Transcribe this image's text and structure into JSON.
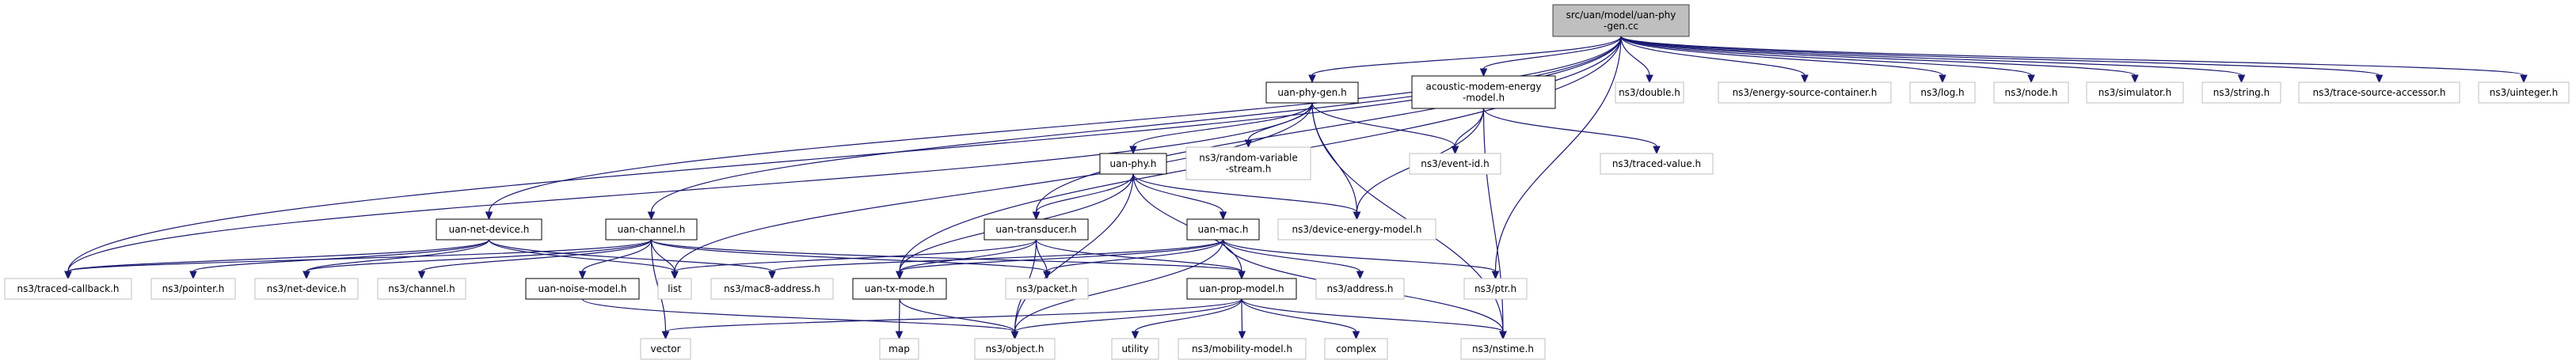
{
  "graph": {
    "edge_color": "#191970",
    "root_fill": "#bfbfbf",
    "nodes": [
      {
        "id": "root",
        "lines": [
          "src/uan/model/uan-phy",
          "-gen.cc"
        ],
        "kind": "root"
      },
      {
        "id": "uan-phy-gen",
        "lines": [
          "uan-phy-gen.h"
        ],
        "kind": "local"
      },
      {
        "id": "acoustic",
        "lines": [
          "acoustic-modem-energy",
          "-model.h"
        ],
        "kind": "local"
      },
      {
        "id": "double",
        "lines": [
          "ns3/double.h"
        ],
        "kind": "external"
      },
      {
        "id": "esc",
        "lines": [
          "ns3/energy-source-container.h"
        ],
        "kind": "external"
      },
      {
        "id": "log",
        "lines": [
          "ns3/log.h"
        ],
        "kind": "external"
      },
      {
        "id": "node",
        "lines": [
          "ns3/node.h"
        ],
        "kind": "external"
      },
      {
        "id": "simulator",
        "lines": [
          "ns3/simulator.h"
        ],
        "kind": "external"
      },
      {
        "id": "string",
        "lines": [
          "ns3/string.h"
        ],
        "kind": "external"
      },
      {
        "id": "tsa",
        "lines": [
          "ns3/trace-source-accessor.h"
        ],
        "kind": "external"
      },
      {
        "id": "uinteger",
        "lines": [
          "ns3/uinteger.h"
        ],
        "kind": "external"
      },
      {
        "id": "rvs",
        "lines": [
          "ns3/random-variable",
          "-stream.h"
        ],
        "kind": "external"
      },
      {
        "id": "event-id",
        "lines": [
          "ns3/event-id.h"
        ],
        "kind": "external"
      },
      {
        "id": "traced-value",
        "lines": [
          "ns3/traced-value.h"
        ],
        "kind": "external"
      },
      {
        "id": "uan-phy",
        "lines": [
          "uan-phy.h"
        ],
        "kind": "local"
      },
      {
        "id": "uan-net-device",
        "lines": [
          "uan-net-device.h"
        ],
        "kind": "local"
      },
      {
        "id": "uan-channel",
        "lines": [
          "uan-channel.h"
        ],
        "kind": "local"
      },
      {
        "id": "uan-transducer",
        "lines": [
          "uan-transducer.h"
        ],
        "kind": "local"
      },
      {
        "id": "uan-mac",
        "lines": [
          "uan-mac.h"
        ],
        "kind": "local"
      },
      {
        "id": "dem",
        "lines": [
          "ns3/device-energy-model.h"
        ],
        "kind": "external"
      },
      {
        "id": "traced-callback",
        "lines": [
          "ns3/traced-callback.h"
        ],
        "kind": "external"
      },
      {
        "id": "pointer",
        "lines": [
          "ns3/pointer.h"
        ],
        "kind": "external"
      },
      {
        "id": "net-device",
        "lines": [
          "ns3/net-device.h"
        ],
        "kind": "external"
      },
      {
        "id": "channel",
        "lines": [
          "ns3/channel.h"
        ],
        "kind": "external"
      },
      {
        "id": "uan-noise-model",
        "lines": [
          "uan-noise-model.h"
        ],
        "kind": "local"
      },
      {
        "id": "list",
        "lines": [
          "list"
        ],
        "kind": "external"
      },
      {
        "id": "mac8",
        "lines": [
          "ns3/mac8-address.h"
        ],
        "kind": "external"
      },
      {
        "id": "uan-tx-mode",
        "lines": [
          "uan-tx-mode.h"
        ],
        "kind": "local"
      },
      {
        "id": "packet",
        "lines": [
          "ns3/packet.h"
        ],
        "kind": "external"
      },
      {
        "id": "uan-prop-model",
        "lines": [
          "uan-prop-model.h"
        ],
        "kind": "local"
      },
      {
        "id": "address",
        "lines": [
          "ns3/address.h"
        ],
        "kind": "external"
      },
      {
        "id": "ptr",
        "lines": [
          "ns3/ptr.h"
        ],
        "kind": "external"
      },
      {
        "id": "vector",
        "lines": [
          "vector"
        ],
        "kind": "external"
      },
      {
        "id": "map",
        "lines": [
          "map"
        ],
        "kind": "external"
      },
      {
        "id": "object",
        "lines": [
          "ns3/object.h"
        ],
        "kind": "external"
      },
      {
        "id": "utility",
        "lines": [
          "utility"
        ],
        "kind": "external"
      },
      {
        "id": "mobility",
        "lines": [
          "ns3/mobility-model.h"
        ],
        "kind": "external"
      },
      {
        "id": "complex",
        "lines": [
          "complex"
        ],
        "kind": "external"
      },
      {
        "id": "nstime",
        "lines": [
          "ns3/nstime.h"
        ],
        "kind": "external"
      }
    ],
    "edges": [
      [
        "root",
        "uan-phy-gen"
      ],
      [
        "root",
        "acoustic"
      ],
      [
        "root",
        "double"
      ],
      [
        "root",
        "esc"
      ],
      [
        "root",
        "log"
      ],
      [
        "root",
        "node"
      ],
      [
        "root",
        "simulator"
      ],
      [
        "root",
        "string"
      ],
      [
        "root",
        "tsa"
      ],
      [
        "root",
        "uinteger"
      ],
      [
        "root",
        "ptr"
      ],
      [
        "root",
        "traced-callback"
      ],
      [
        "root",
        "uan-net-device"
      ],
      [
        "root",
        "uan-channel"
      ],
      [
        "root",
        "uan-transducer"
      ],
      [
        "root",
        "uan-tx-mode"
      ],
      [
        "uan-phy-gen",
        "uan-phy"
      ],
      [
        "uan-phy-gen",
        "rvs"
      ],
      [
        "uan-phy-gen",
        "event-id"
      ],
      [
        "uan-phy-gen",
        "dem"
      ],
      [
        "uan-phy-gen",
        "nstime"
      ],
      [
        "uan-phy-gen",
        "traced-callback"
      ],
      [
        "uan-phy-gen",
        "list"
      ],
      [
        "acoustic",
        "event-id"
      ],
      [
        "acoustic",
        "traced-value"
      ],
      [
        "acoustic",
        "dem"
      ],
      [
        "acoustic",
        "nstime"
      ],
      [
        "uan-phy",
        "uan-transducer"
      ],
      [
        "uan-phy",
        "uan-tx-mode"
      ],
      [
        "uan-phy",
        "object"
      ],
      [
        "uan-phy",
        "uan-prop-model"
      ],
      [
        "uan-phy",
        "uan-mac"
      ],
      [
        "uan-phy",
        "dem"
      ],
      [
        "uan-transducer",
        "list"
      ],
      [
        "uan-transducer",
        "uan-tx-mode"
      ],
      [
        "uan-transducer",
        "object"
      ],
      [
        "uan-transducer",
        "packet"
      ],
      [
        "uan-transducer",
        "uan-prop-model"
      ],
      [
        "uan-mac",
        "mac8"
      ],
      [
        "uan-mac",
        "packet"
      ],
      [
        "uan-mac",
        "object"
      ],
      [
        "uan-mac",
        "address"
      ],
      [
        "uan-mac",
        "ptr"
      ],
      [
        "uan-mac",
        "nstime"
      ],
      [
        "uan-mac",
        "uan-tx-mode"
      ],
      [
        "uan-net-device",
        "traced-callback"
      ],
      [
        "uan-net-device",
        "pointer"
      ],
      [
        "uan-net-device",
        "net-device"
      ],
      [
        "uan-net-device",
        "list"
      ],
      [
        "uan-net-device",
        "mac8"
      ],
      [
        "uan-channel",
        "traced-callback"
      ],
      [
        "uan-channel",
        "net-device"
      ],
      [
        "uan-channel",
        "channel"
      ],
      [
        "uan-channel",
        "uan-noise-model"
      ],
      [
        "uan-channel",
        "list"
      ],
      [
        "uan-channel",
        "vector"
      ],
      [
        "uan-channel",
        "packet"
      ],
      [
        "uan-channel",
        "uan-prop-model"
      ],
      [
        "uan-prop-model",
        "vector"
      ],
      [
        "uan-prop-model",
        "object"
      ],
      [
        "uan-prop-model",
        "utility"
      ],
      [
        "uan-prop-model",
        "mobility"
      ],
      [
        "uan-prop-model",
        "complex"
      ],
      [
        "uan-prop-model",
        "nstime"
      ],
      [
        "uan-tx-mode",
        "map"
      ],
      [
        "uan-tx-mode",
        "object"
      ],
      [
        "uan-noise-model",
        "object"
      ]
    ]
  }
}
